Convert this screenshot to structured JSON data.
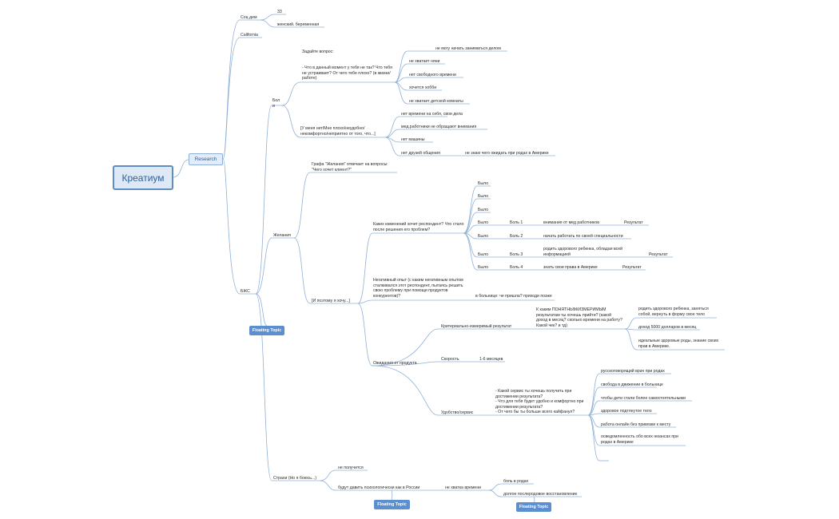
{
  "root": "Креатиум",
  "research": "Research",
  "soc": {
    "label": "Соц дем",
    "age": "33",
    "gender": "женский. беременная"
  },
  "california": "California",
  "bzhs": "БЖС",
  "floating": "Floating Topic",
  "pain": {
    "label": "Бол\nи",
    "ask": "Задайте вопрос:",
    "question": "- Что в данный момент у тебя не так? Что тебя не устраивает? От чего тебе плохо? (в жизни/работе)",
    "q_items": [
      "не могу начать заниматься делом",
      "не хватает няни",
      "нет свободного времени",
      "хочется хобби",
      "не хватает детской комнаты"
    ],
    "bad": "[У меня нет/Мне плохо/неудобно/некомфортно/неприятно от того, что...]",
    "bad_items": [
      "нет времени на себя, свои дела",
      "мед.работники  не обращают внимания",
      "нет машины",
      "нет друзей общения"
    ],
    "friends_extra": "не знаю чего ожидать при родах в Америке"
  },
  "wishes": {
    "label": "Желания",
    "column": "Графа \"Желания\" отвечает на вопросы: \"Чего хочет клиент?\"",
    "want": "[И поэтому я хочу...]",
    "changes": "Каких изменений хочет респондент? Что стало после решения его проблем?",
    "was": "Было",
    "rows": [
      {
        "pain": "Боль 1",
        "text": "внимания от мед работников",
        "res": "Результат"
      },
      {
        "pain": "Боль 2",
        "text": "начать работать по своей специальности",
        "res": ""
      },
      {
        "pain": "Боль 3",
        "text": "родить здорового ребенка, обладая всей информацией",
        "res": "Результат"
      },
      {
        "pain": "Боль 4",
        "text": "знать свои права в Америке",
        "res": "Результат"
      }
    ],
    "negative": "Негативный опыт (с каким негативным опытом сталкивался этот респондент, пытаясь решить свою проблему при помощи продуктов конкурентов)?",
    "negative_answer": "в больнице: че пришла? приходи позже",
    "expect": "Ожидания от продукта",
    "criteria": "Критериально-измеримый результат",
    "criteria_q": "К каким ПОНЯТНЫМ/ИЗМЕРИМЫМ результатам ты хочешь прийти? (какой доход в месяц? сколько времени на работу? Какой чек? и тд)",
    "criteria_items": [
      "родить здорового ребенка, заняться собой, вернуть в форму свое тело",
      "доход 5000 долларов в месяц",
      "идеальные здоровые роды, знание своих прав в Америке."
    ],
    "speed": "Скорость",
    "speed_val": "1-6 месяцев",
    "comfort": "Удобство/сервис",
    "comfort_q": "- Какой сервис ты хочешь получить при достижении результата?\n- Что для тебя будет удобно и комфортно при достижении результата?\n- От чего бы ты больше всего кайфанул?",
    "comfort_items": [
      "русскоговорящий врач при родах",
      "свобода в движении в больнице",
      "чтобы дети стали более самостоятельными",
      "здоровое подтянутое тело",
      "работа онлайн без привязки к месту",
      "осведомленность обо всех нюансах при родах в Америке",
      ""
    ]
  },
  "fears": {
    "label": "Страхи (Но я боюсь...)",
    "f1": "не получится",
    "f2": "будут давить психологически как в России",
    "time": "не хватка времени",
    "t1": "боль в родах",
    "t2": "долгое послеродовое восстановление"
  }
}
